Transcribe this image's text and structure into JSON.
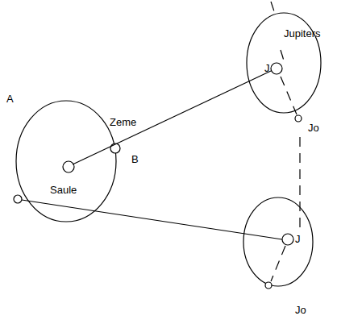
{
  "diagram": {
    "labels": [
      "A",
      "Zeme",
      "B",
      "Saule",
      "Jupiters",
      "J",
      "Jo",
      "J",
      "Jo"
    ]
  }
}
